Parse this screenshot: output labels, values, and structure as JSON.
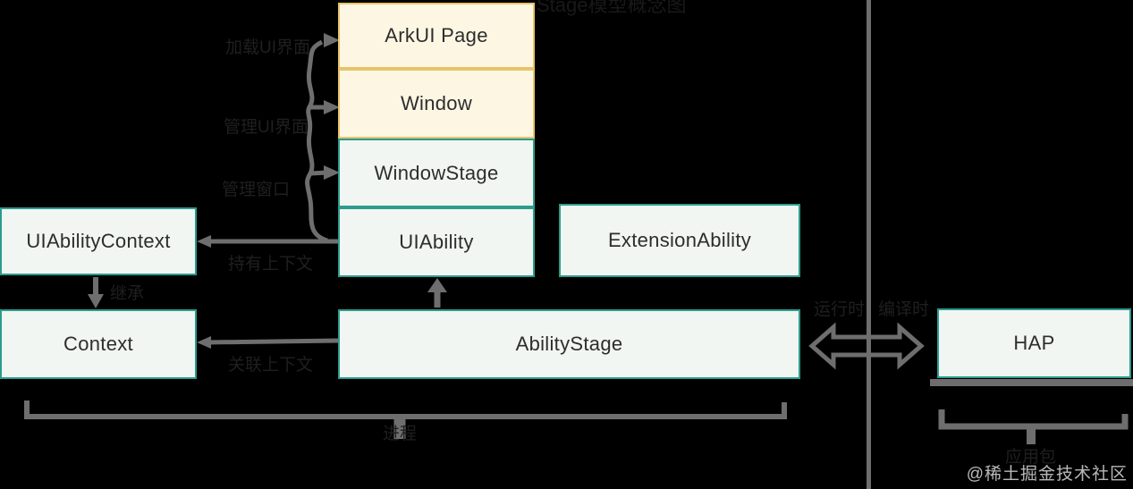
{
  "diagram": {
    "title_fragment": "Stage模型概念图",
    "nodes": {
      "arkui_page": {
        "label": "ArkUI Page"
      },
      "window": {
        "label": "Window"
      },
      "window_stage": {
        "label": "WindowStage"
      },
      "uiability": {
        "label": "UIAbility"
      },
      "extension_ability": {
        "label": "ExtensionAbility"
      },
      "uiability_context": {
        "label": "UIAbilityContext"
      },
      "context": {
        "label": "Context"
      },
      "ability_stage": {
        "label": "AbilityStage"
      },
      "hap": {
        "label": "HAP"
      }
    },
    "edge_labels": {
      "to_arkui_page": "加载UI界面",
      "to_window": "管理UI界面",
      "to_window_stage": "管理窗口",
      "uiability_context_link": "持有上下文",
      "context_inherit": "继承",
      "ability_stage_context": "关联上下文",
      "divider_left": "运行时",
      "divider_right": "编译时",
      "bottom_left_scope": "进程",
      "bottom_right_scope": "应用包"
    },
    "colors": {
      "background": "#000000",
      "warm_fill": "#fcf6e3",
      "warm_border": "#e7c469",
      "mint_fill": "#f1f6f2",
      "teal_border": "#2b9c8e",
      "connector_gray": "#6e6e6e",
      "dim_label": "#1f1f1f"
    }
  },
  "watermark": {
    "text": "@稀土掘金技术社区"
  }
}
